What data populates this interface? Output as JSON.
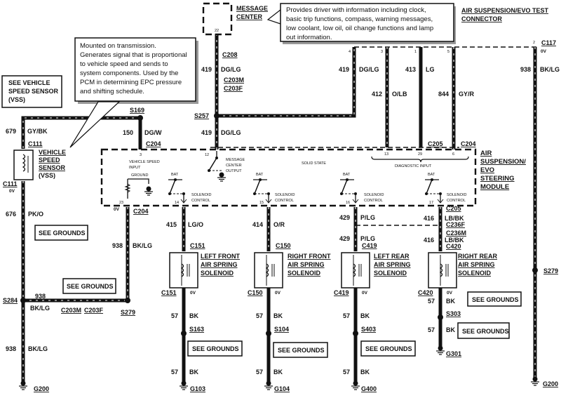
{
  "callouts": {
    "vss": [
      "Mounted on transmission.",
      "Generates signal that is proportional",
      "to vehicle speed and sends to",
      "system components.  Used by the",
      "PCM in determining EPC pressure",
      "and shifting schedule."
    ],
    "message_center": [
      "Provides driver with information including clock,",
      "basic trip functions, compass, warning messages,",
      "low coolant, low oil, oil change functions and lamp",
      "out information."
    ]
  },
  "see_vss": [
    "SEE VEHICLE",
    "SPEED SENSOR",
    "(VSS)"
  ],
  "see_grounds": "SEE GROUNDS",
  "components": {
    "message_center": [
      "MESSAGE",
      "CENTER"
    ],
    "test_connector": [
      "AIR SUSPENSION/EVO TEST",
      "CONNECTOR"
    ],
    "module": [
      "AIR",
      "SUSPENSION/",
      "EVO",
      "STEERING",
      "MODULE"
    ],
    "vss": [
      "VEHICLE",
      "SPEED",
      "SENSOR",
      "(VSS)"
    ],
    "lf": [
      "LEFT FRONT",
      "AIR SPRING",
      "SOLENOID"
    ],
    "rf": [
      "RIGHT FRONT",
      "AIR SPRING",
      "SOLENOID"
    ],
    "lr": [
      "LEFT REAR",
      "AIR SPRING",
      "SOLENOID"
    ],
    "rr": [
      "RIGHT REAR",
      "AIR SPRING",
      "SOLENOID"
    ]
  },
  "module_internal": {
    "vs_input": [
      "VEHICLE SPEED",
      "INPUT"
    ],
    "ground": "GROUND",
    "mc_output": [
      "MESSAGE",
      "CENTER",
      "OUTPUT"
    ],
    "solid_state": "SOLID STATE",
    "diag_input": "DIAGNOSTIC INPUT",
    "bat": "BAT",
    "sol_control": [
      "SOLENOID",
      "CONTROL"
    ]
  },
  "pins": {
    "p22": "22",
    "p4": "4",
    "p3": "3",
    "p1": "1",
    "p5": "5",
    "p2": "2",
    "m3": "3",
    "m12": "12",
    "m13": "13",
    "m29": "29",
    "m6": "6",
    "m23": "23",
    "m14": "14",
    "m15": "15",
    "m16": "16",
    "m17": "17"
  },
  "circuits": {
    "c419": "419",
    "dglg": "DG/LG",
    "c412": "412",
    "olb": "O/LB",
    "c413": "413",
    "lg": "LG",
    "c844": "844",
    "gyr": "GY/R",
    "c938": "938",
    "bklg": "BK/LG",
    "c679": "679",
    "gybk": "GY/BK",
    "c150": "150",
    "dgw": "DG/W",
    "c676": "676",
    "pko": "PK/O",
    "c415": "415",
    "lgo": "LG/O",
    "c414": "414",
    "or": "O/R",
    "c429": "429",
    "plg": "P/LG",
    "c416": "416",
    "lbbk": "LB/BK",
    "c57": "57",
    "bk": "BK",
    "zero_v": "0V"
  },
  "connectors": {
    "C208": "C208",
    "C203M": "C203M",
    "C203F": "C203F",
    "C117": "C117",
    "C205": "C205",
    "C204": "C204",
    "C111": "C111",
    "C151": "C151",
    "C150": "C150",
    "C419": "C419",
    "C420": "C420",
    "C236F": "C236F",
    "C236M": "C236M"
  },
  "splices": {
    "S257": "S257",
    "S169": "S169",
    "S284": "S284",
    "S279": "S279",
    "S163": "S163",
    "S104": "S104",
    "S403": "S403",
    "S303": "S303"
  },
  "grounds": {
    "G200": "G200",
    "G103": "G103",
    "G104": "G104",
    "G400": "G400",
    "G301": "G301"
  }
}
